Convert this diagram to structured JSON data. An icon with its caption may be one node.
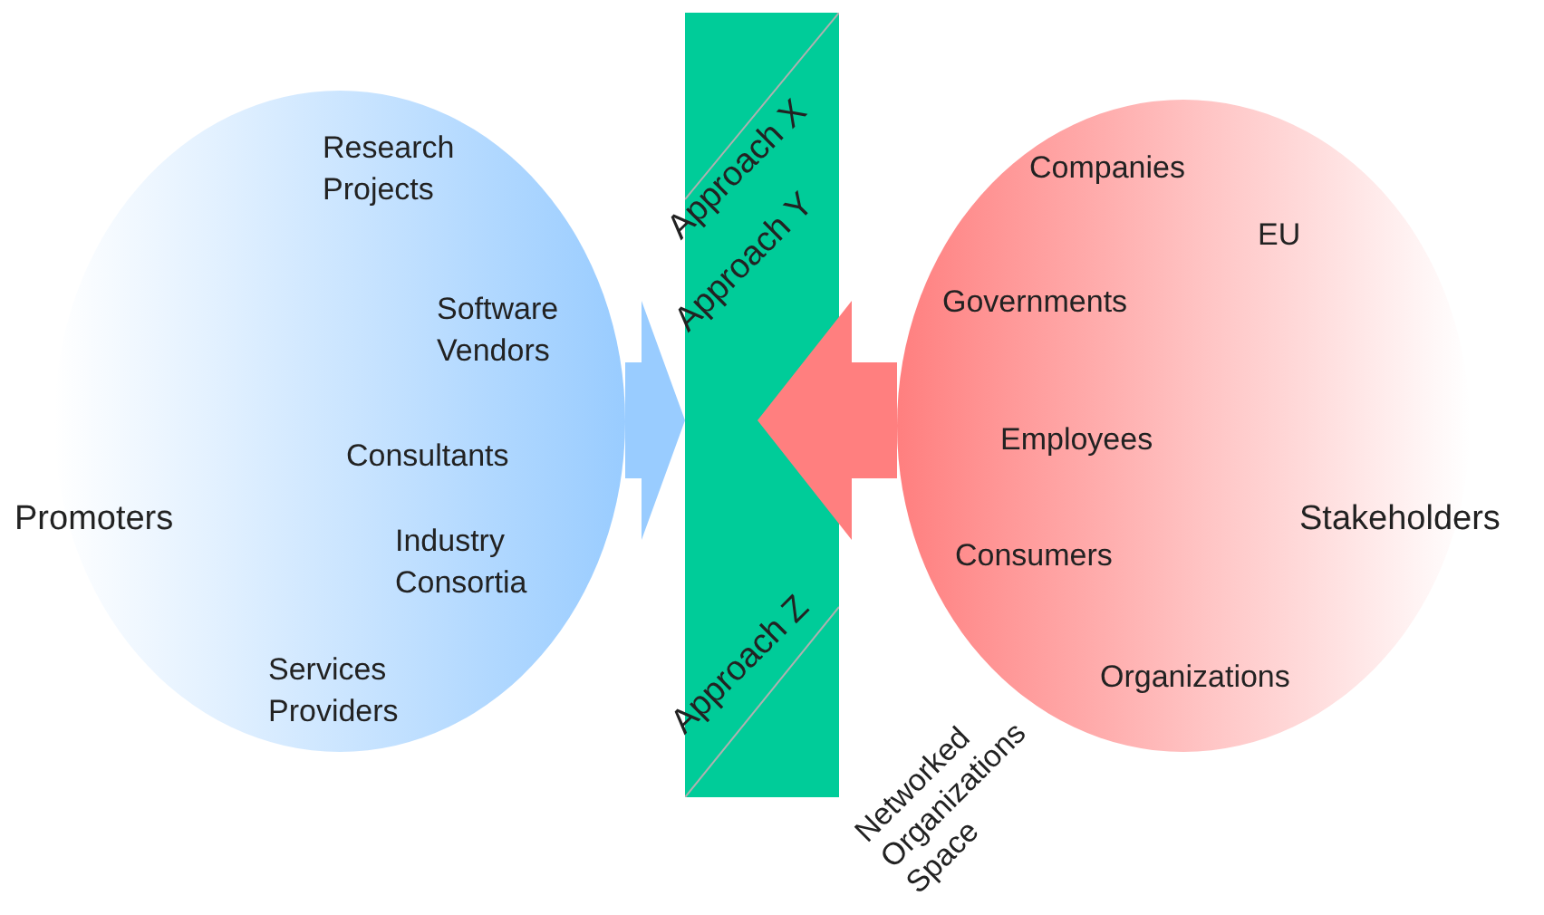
{
  "diagram": {
    "nodes": [
      {
        "text": [
          "Research Projects",
          "Software Vendors",
          "Consultants",
          "Promoters",
          "Industry Consortia",
          "Services Providers"
        ]
      },
      {
        "text": [
          "Approach X",
          "Approach Y",
          "Approach Z"
        ],
        "beside": [
          "Networked Organizations Space"
        ]
      },
      {
        "text": [
          "Companies",
          "EU",
          "Governments",
          "Employees",
          "Stakeholders",
          "Consumers",
          "Organizations"
        ]
      }
    ],
    "edges": [
      {
        "from": 0,
        "to": 1,
        "arrow": "to",
        "color": "#99ccff"
      },
      {
        "from": 2,
        "to": 1,
        "arrow": "to",
        "color": "#ff7f7f"
      }
    ]
  }
}
